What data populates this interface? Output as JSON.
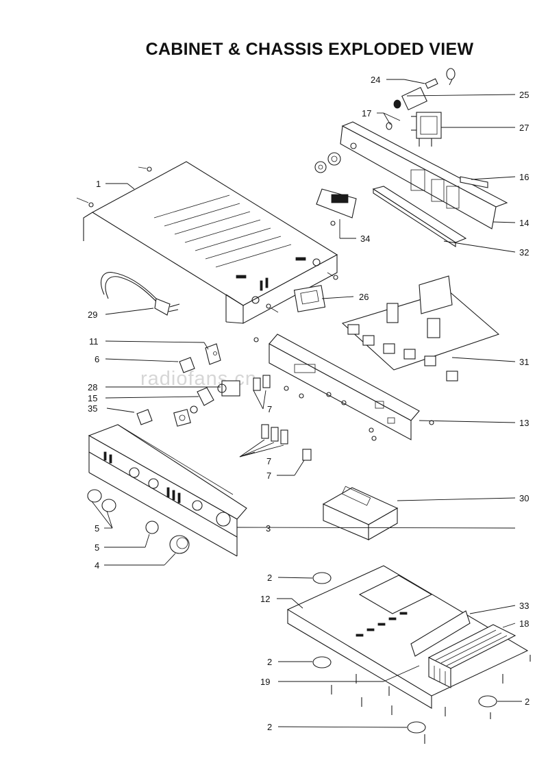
{
  "title": "CABINET & CHASSIS EXPLODED VIEW",
  "watermark": "radiofans.cn",
  "callouts": [
    {
      "id": "c24",
      "text": "24"
    },
    {
      "id": "c25",
      "text": "25"
    },
    {
      "id": "c17",
      "text": "17"
    },
    {
      "id": "c27",
      "text": "27"
    },
    {
      "id": "c16",
      "text": "16"
    },
    {
      "id": "c1",
      "text": "1"
    },
    {
      "id": "c14",
      "text": "14"
    },
    {
      "id": "c34",
      "text": "34"
    },
    {
      "id": "c32",
      "text": "32"
    },
    {
      "id": "c29",
      "text": "29"
    },
    {
      "id": "c26",
      "text": "26"
    },
    {
      "id": "c11",
      "text": "11"
    },
    {
      "id": "c31",
      "text": "31"
    },
    {
      "id": "c6",
      "text": "6"
    },
    {
      "id": "c28",
      "text": "28"
    },
    {
      "id": "c15",
      "text": "15"
    },
    {
      "id": "c35",
      "text": "35"
    },
    {
      "id": "c7a",
      "text": "7"
    },
    {
      "id": "c13",
      "text": "13"
    },
    {
      "id": "c7b",
      "text": "7"
    },
    {
      "id": "c7c",
      "text": "7"
    },
    {
      "id": "c30",
      "text": "30"
    },
    {
      "id": "c5a",
      "text": "5"
    },
    {
      "id": "c3",
      "text": "3"
    },
    {
      "id": "c5b",
      "text": "5"
    },
    {
      "id": "c4",
      "text": "4"
    },
    {
      "id": "c2a",
      "text": "2"
    },
    {
      "id": "c12",
      "text": "12"
    },
    {
      "id": "c33",
      "text": "33"
    },
    {
      "id": "c18",
      "text": "18"
    },
    {
      "id": "c2b",
      "text": "2"
    },
    {
      "id": "c19",
      "text": "19"
    },
    {
      "id": "c2c",
      "text": "2"
    },
    {
      "id": "c2d",
      "text": "2"
    }
  ]
}
